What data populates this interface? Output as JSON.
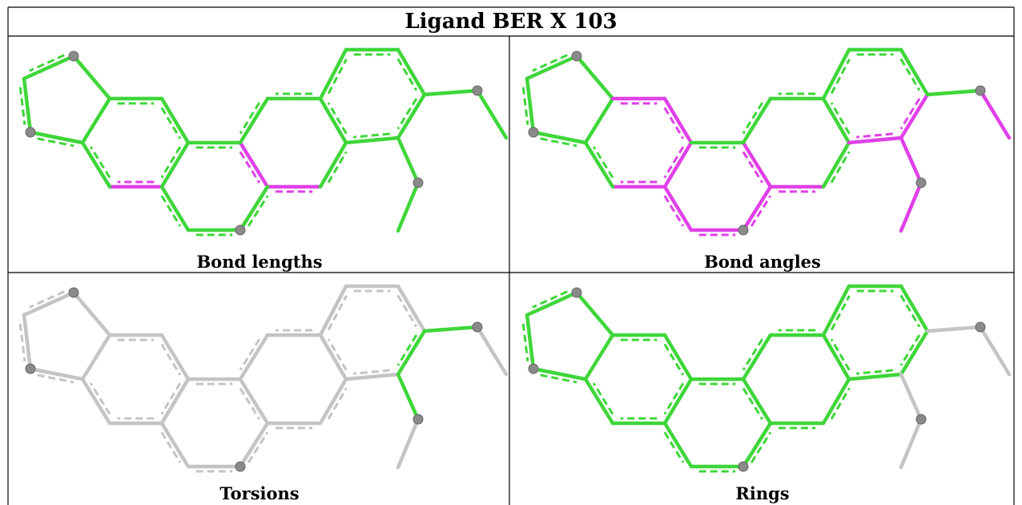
{
  "title": "Ligand BER X 103",
  "colors": {
    "good": "#3fd63a",
    "outlier": "#e040e8",
    "neutral": "#c4c4c4",
    "atom": "#8a8a8a",
    "grid": "#000000"
  },
  "panels": [
    {
      "caption": "Bond lengths",
      "default": "good",
      "highlight_color": "outlier",
      "highlight_bonds": [
        [
          5,
          7
        ],
        [
          7,
          8
        ],
        [
          8,
          9
        ],
        [
          9,
          10
        ],
        [
          10,
          11
        ],
        [
          7,
          15
        ],
        [
          16,
          17
        ],
        [
          20,
          21
        ],
        [
          19,
          20
        ]
      ]
    },
    {
      "caption": "Bond angles",
      "default": "good",
      "highlight_color": "outlier",
      "highlight_bonds": [
        [
          4,
          5
        ],
        [
          5,
          6
        ],
        [
          6,
          14
        ],
        [
          8,
          9
        ],
        [
          9,
          10
        ],
        [
          13,
          14
        ],
        [
          14,
          15
        ],
        [
          15,
          16
        ],
        [
          16,
          17
        ],
        [
          7,
          8
        ],
        [
          11,
          16
        ],
        [
          20,
          21
        ],
        [
          20,
          22
        ],
        [
          22,
          23
        ],
        [
          23,
          24
        ],
        [
          24,
          25
        ],
        [
          23,
          26
        ],
        [
          26,
          27
        ]
      ]
    },
    {
      "caption": "Torsions",
      "default": "neutral",
      "highlight_color": "good",
      "highlight_bonds": [
        [
          20,
          21
        ],
        [
          23,
          24
        ],
        [
          23,
          26
        ]
      ]
    },
    {
      "caption": "Rings",
      "default": "good",
      "highlight_color": "neutral",
      "highlight_bonds": [
        [
          20,
          21
        ],
        [
          21,
          22
        ],
        [
          23,
          24
        ],
        [
          24,
          25
        ],
        [
          23,
          26
        ],
        [
          26,
          27
        ]
      ]
    }
  ]
}
